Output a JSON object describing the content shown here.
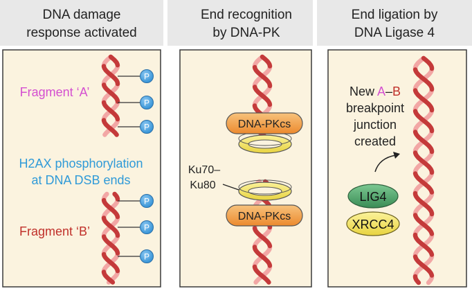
{
  "panels": [
    {
      "title_line1": "DNA damage",
      "title_line2": "response activated"
    },
    {
      "title_line1": "End recognition",
      "title_line2": "by DNA-PK"
    },
    {
      "title_line1": "End ligation by",
      "title_line2": "DNA Ligase 4"
    }
  ],
  "panel1": {
    "fragment_a": "Fragment ‘A’",
    "fragment_b": "Fragment ‘B’",
    "phospho_line1": "H2AX phosphorylation",
    "phospho_line2": "at DNA DSB ends",
    "phospho_badge": "P"
  },
  "panel2": {
    "dnapkcs_top": "DNA-PKcs",
    "dnapkcs_bottom": "DNA-PKcs",
    "ku_line1": "Ku70–",
    "ku_line2": "Ku80"
  },
  "panel3": {
    "new_prefix": "New ",
    "letter_a": "A",
    "dash": "–",
    "letter_b": "B",
    "line2": "breakpoint",
    "line3": "junction",
    "line4": "created",
    "lig4": "LIG4",
    "xrcc4": "XRCC4"
  },
  "colors": {
    "panel_bg": "#fbf3df",
    "header_bg": "#e8e8e8",
    "fragment_a": "#d44fd0",
    "fragment_b": "#c0302a",
    "phospho_text": "#2f9ad8",
    "phospho_badge": "#3a9ee0",
    "helix_dark": "#c43a3a",
    "helix_light": "#f2a7a5",
    "dnapkcs_fill": "#f4a24a",
    "ku_ring": "#f2d84a",
    "lig4_fill": "#4fa36a",
    "xrcc4_fill": "#f2e060"
  }
}
